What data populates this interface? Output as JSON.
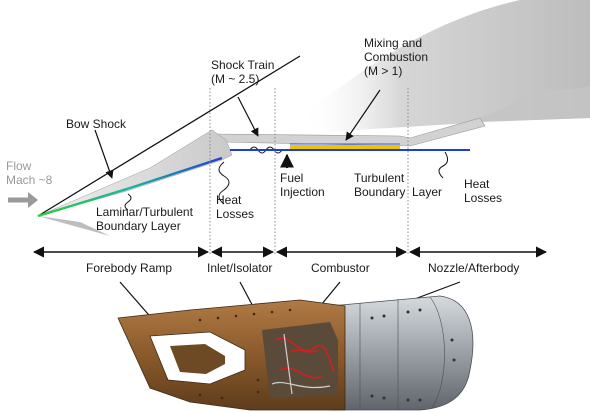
{
  "labels": {
    "flow_line1": "Flow",
    "flow_line2": "Mach ~8",
    "bow_shock": "Bow Shock",
    "shock_train_line1": "Shock Train",
    "shock_train_line2": "(M ~ 2.5)",
    "mixing_line1": "Mixing and",
    "mixing_line2": "Combustion",
    "mixing_line3": "(M > 1)",
    "laminar_line1": "Laminar/Turbulent",
    "laminar_line2": "Boundary Layer",
    "heat_losses_1_line1": "Heat",
    "heat_losses_1_line2": "Losses",
    "fuel_line1": "Fuel",
    "fuel_line2": "Injection",
    "turbulent_line1": "Turbulent",
    "turbulent_line2": "Boundary",
    "layer": "Layer",
    "heat_losses_2_line1": "Heat",
    "heat_losses_2_line2": "Losses"
  },
  "sections": [
    "Forebody Ramp",
    "Inlet/Isolator",
    "Combustor",
    "Nozzle/Afterbody"
  ],
  "colors": {
    "text": "#1a1a1a",
    "flow_arrow": "#9a9a9a",
    "body_surface": "#d9d9d9",
    "plume": "#cfcfcf",
    "boundary_layer_start": "#2ecc40",
    "boundary_layer_end": "#1e40d0",
    "combustion_core": "#f2c200",
    "hardware_metal": "#8a5a2b",
    "hardware_steel": "#9aa0a6",
    "wiring": "#d02020"
  }
}
